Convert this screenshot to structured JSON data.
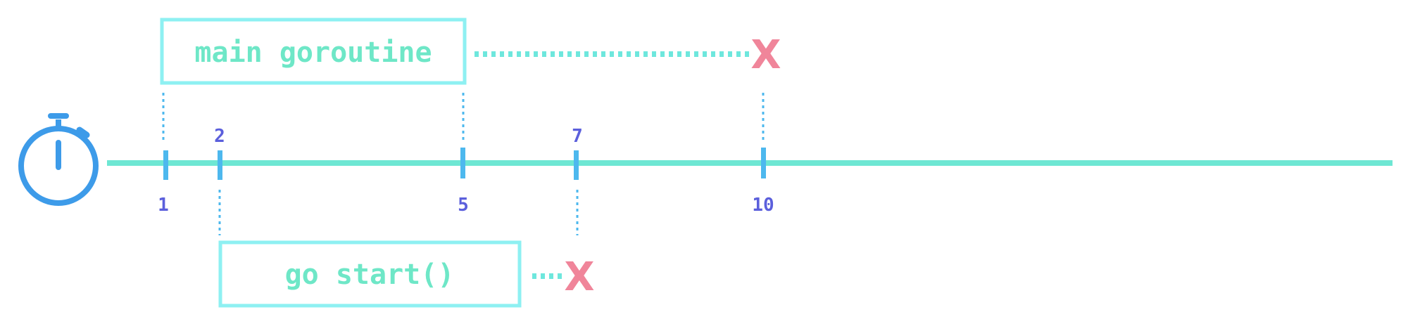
{
  "goroutines": {
    "main": {
      "label": "main goroutine",
      "start_tick": 1,
      "end_tick": 5,
      "terminated_tick": 10
    },
    "start": {
      "label": "go start()",
      "start_tick": 2,
      "end_tick": 7
    }
  },
  "end_marker": "X",
  "ticks": [
    {
      "value": "1",
      "label_position": "below"
    },
    {
      "value": "2",
      "label_position": "above"
    },
    {
      "value": "5",
      "label_position": "below"
    },
    {
      "value": "7",
      "label_position": "above"
    },
    {
      "value": "10",
      "label_position": "below"
    }
  ],
  "icons": {
    "timer": "stopwatch-icon"
  },
  "colors": {
    "timeline": "#6ee7d3",
    "tick": "#4db8ee",
    "tick_label": "#5b5fdc",
    "box_border": "#8ef0f2",
    "box_text": "#6ee7c7",
    "dotted": "#6ee7dd",
    "connector": "#4db8ee",
    "end_mark": "#f0859a",
    "stopwatch": "#3d9be9"
  }
}
